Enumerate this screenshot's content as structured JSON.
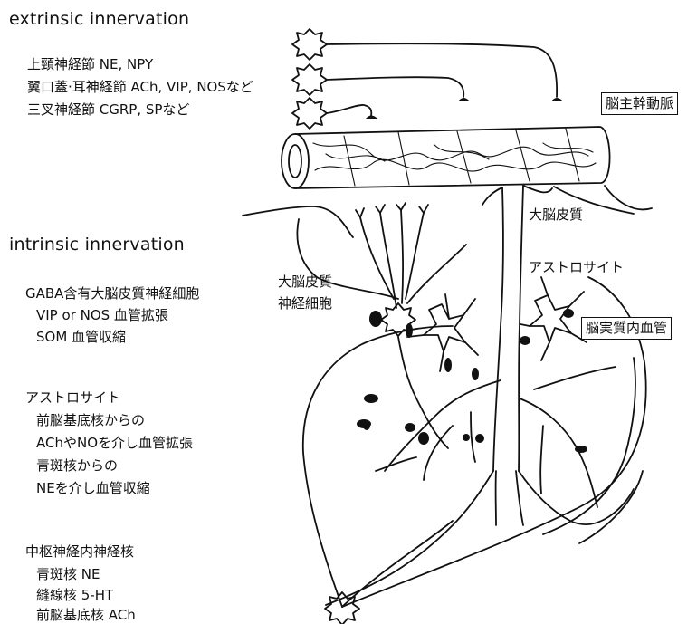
{
  "extrinsic": {
    "heading": "extrinsic innervation",
    "lines": [
      "上頸神経節 NE, NPY",
      "翼口蓋·耳神経節 ACh, VIP, NOSなど",
      "三叉神経節 CGRP, SPなど"
    ]
  },
  "intrinsic": {
    "heading": "intrinsic innervation",
    "groups": [
      {
        "title": "GABA含有大脳皮質神経細胞",
        "lines": [
          "VIP or NOS 血管拡張",
          "SOM 血管収縮"
        ]
      },
      {
        "title": "アストロサイト",
        "lines": [
          "前脳基底核からの",
          "AChやNOを介し血管拡張",
          "青斑核からの",
          "NEを介し血管収縮"
        ]
      },
      {
        "title": "中枢神経内神経核",
        "lines": [
          "青斑核 NE",
          "縫線核 5-HT",
          "前脳基底核 ACh"
        ]
      }
    ]
  },
  "figure_labels": {
    "main_artery": "脳主幹動脈",
    "cerebral_cortex": "大脳皮質",
    "astrocyte": "アストロサイト",
    "cortical_neuron_line1": "大脳皮質",
    "cortical_neuron_line2": "神経細胞",
    "parenchymal_vessel": "脳実質内血管"
  }
}
